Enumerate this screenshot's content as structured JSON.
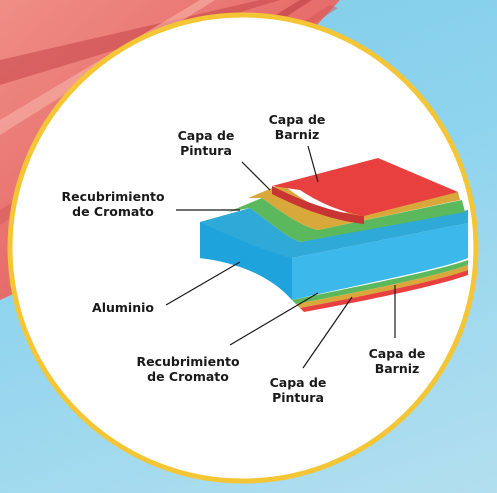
{
  "colors": {
    "background": "#8fd4ee",
    "circle_border": "#f4c534",
    "circle_fill": "#ffffff",
    "aluminio": "#3db8ea",
    "chromate": "#5cb85c",
    "pintura": "#d9a83a",
    "barniz": "#e8403f",
    "leader_line": "#1a1a1a",
    "metal_strip": "#e06a6a"
  },
  "labels": {
    "barniz_top": [
      "Capa de",
      "Barniz"
    ],
    "pintura_top": [
      "Capa de",
      "Pintura"
    ],
    "cromato_top": [
      "Recubrimiento",
      "de Cromato"
    ],
    "aluminio": [
      "Aluminio"
    ],
    "cromato_bottom": [
      "Recubrimiento",
      "de Cromato"
    ],
    "pintura_bottom": [
      "Capa de",
      "Pintura"
    ],
    "barniz_bottom": [
      "Capa de",
      "Barniz"
    ]
  }
}
